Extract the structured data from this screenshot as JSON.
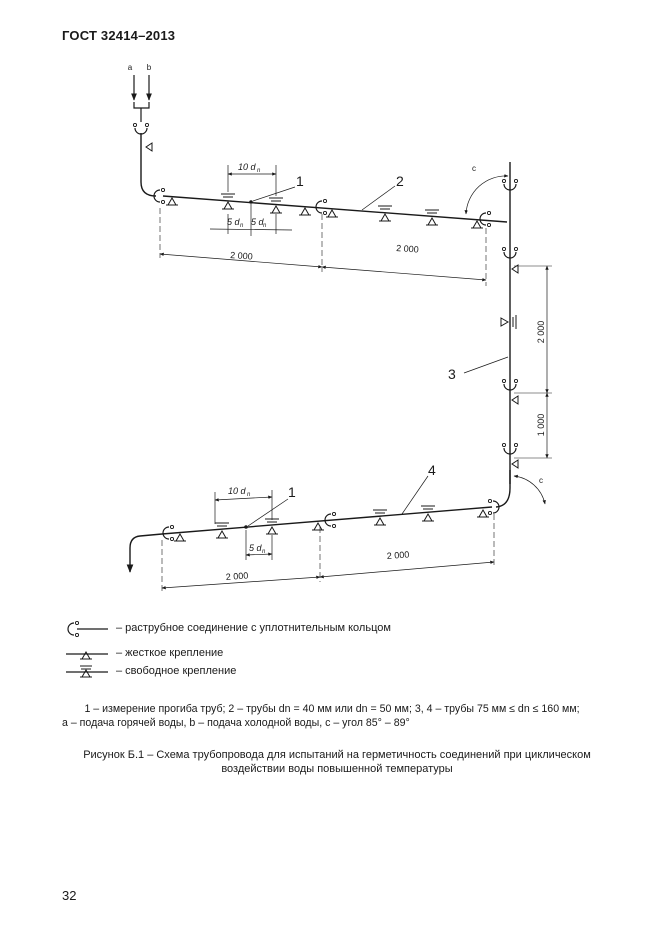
{
  "header": {
    "doc_id": "ГОСТ 32414–2013"
  },
  "figure": {
    "inlet_labels": [
      "a",
      "b"
    ],
    "angle_label": "c",
    "callouts": [
      "1",
      "2",
      "3",
      "4",
      "1"
    ],
    "dim_10": "10 d",
    "dim_5": "5 d",
    "dim_5b": "5 d",
    "dim_sub": "n",
    "len_2000": "2 000"
  },
  "legend": {
    "socket": "– раструбное соединение с уплотнительным кольцом",
    "rigid": "– жесткое крепление",
    "free": "– свободное крепление"
  },
  "notes": {
    "line1": "1 – измерение прогиба труб; 2 – трубы dn = 40 мм или dn = 50 мм; 3, 4 – трубы 75 мм ≤ dn ≤ 160 мм;",
    "line2": "a – подача горячей воды, b – подача холодной воды, c – угол 85° – 89°"
  },
  "caption": "Рисунок Б.1 – Схема трубопровода для испытаний на герметичность соединений при циклическом воздействии воды повышенной температуры",
  "page_number": "32"
}
